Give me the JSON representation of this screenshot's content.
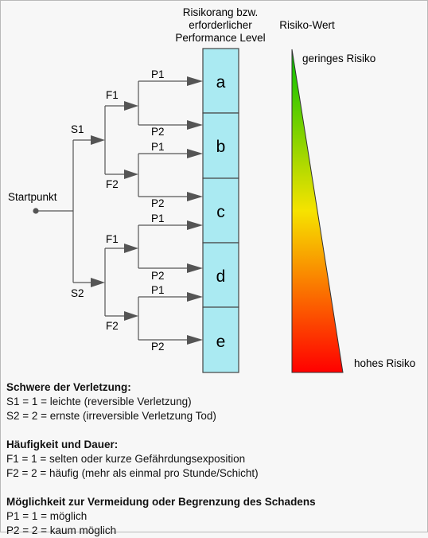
{
  "header": {
    "level_title": [
      "Risikorang bzw.",
      "erforderlicher",
      "Performance Level"
    ],
    "risk_title": "Risiko-Wert"
  },
  "tree": {
    "start": "Startpunkt",
    "s1": "S1",
    "s2": "S2",
    "f1": "F1",
    "f2": "F2",
    "p1": "P1",
    "p2": "P2"
  },
  "levels": [
    "a",
    "b",
    "c",
    "d",
    "e"
  ],
  "risk": {
    "low": "geringes Risiko",
    "high": "hohes Risiko",
    "color_low": "#00c000",
    "color_mid": "#f6e300",
    "color_high": "#ff0000"
  },
  "colors": {
    "box_fill": "#aaeaf2",
    "lines": "#555555"
  },
  "legend": {
    "severity": {
      "heading": "Schwere der Verletzung:",
      "lines": [
        "S1 = 1 = leichte (reversible Verletzung)",
        "S2 = 2 = ernste (irreversible Verletzung Tod)"
      ]
    },
    "frequency": {
      "heading": "Häufigkeit und Dauer:",
      "lines": [
        "F1 = 1 = selten oder kurze Gefährdungsexposition",
        "F2 = 2 = häufig (mehr als einmal pro Stunde/Schicht)"
      ]
    },
    "avoidance": {
      "heading": "Möglichkeit zur Vermeidung oder Begrenzung des Schadens",
      "lines": [
        "P1 = 1 = möglich",
        "P2 = 2 = kaum möglich"
      ]
    }
  }
}
